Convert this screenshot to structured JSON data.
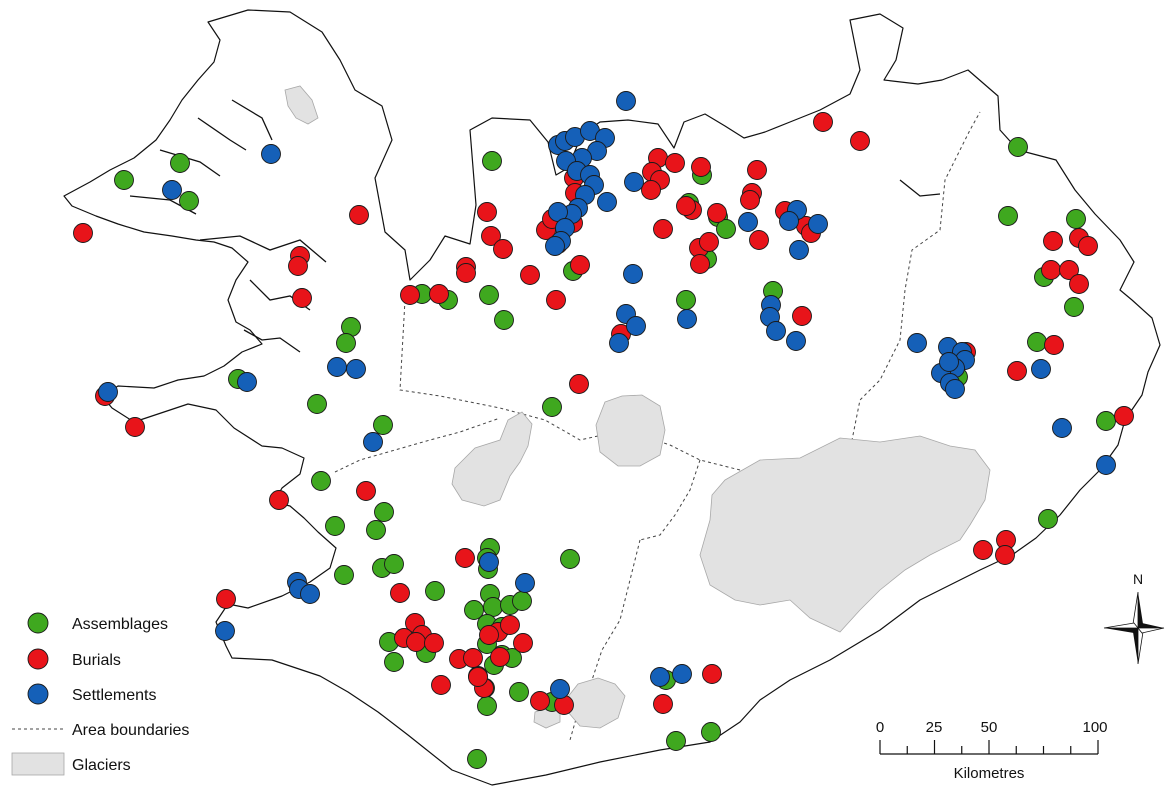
{
  "legend": {
    "items": [
      {
        "key": "assemblages",
        "label": "Assemblages",
        "color": "#3fa81f"
      },
      {
        "key": "burials",
        "label": "Burials",
        "color": "#e8141a"
      },
      {
        "key": "settlements",
        "label": "Settlements",
        "color": "#1560b8"
      }
    ],
    "boundary_label": "Area boundaries",
    "glacier_label": "Glaciers",
    "glacier_color": "#e2e2e2"
  },
  "north_arrow": {
    "label": "N"
  },
  "scale_bar": {
    "unit_label": "Kilometres",
    "ticks": [
      "0",
      "25",
      "50",
      "100"
    ]
  },
  "sites": {
    "assemblages": [
      [
        180,
        163
      ],
      [
        124,
        180
      ],
      [
        189,
        201
      ],
      [
        492,
        161
      ],
      [
        1018,
        147
      ],
      [
        1008,
        216
      ],
      [
        1076,
        219
      ],
      [
        1044,
        277
      ],
      [
        1074,
        307
      ],
      [
        1037,
        342
      ],
      [
        702,
        175
      ],
      [
        689,
        203
      ],
      [
        718,
        217
      ],
      [
        726,
        229
      ],
      [
        707,
        259
      ],
      [
        773,
        291
      ],
      [
        686,
        300
      ],
      [
        573,
        271
      ],
      [
        422,
        294
      ],
      [
        448,
        300
      ],
      [
        489,
        295
      ],
      [
        504,
        320
      ],
      [
        351,
        327
      ],
      [
        346,
        343
      ],
      [
        238,
        379
      ],
      [
        317,
        404
      ],
      [
        552,
        407
      ],
      [
        383,
        425
      ],
      [
        1106,
        421
      ],
      [
        958,
        377
      ],
      [
        1048,
        519
      ],
      [
        321,
        481
      ],
      [
        384,
        512
      ],
      [
        335,
        526
      ],
      [
        376,
        530
      ],
      [
        490,
        548
      ],
      [
        487,
        558
      ],
      [
        570,
        559
      ],
      [
        488,
        569
      ],
      [
        382,
        568
      ],
      [
        394,
        564
      ],
      [
        344,
        575
      ],
      [
        435,
        591
      ],
      [
        490,
        594
      ],
      [
        474,
        610
      ],
      [
        493,
        607
      ],
      [
        510,
        605
      ],
      [
        522,
        601
      ],
      [
        487,
        624
      ],
      [
        502,
        627
      ],
      [
        389,
        642
      ],
      [
        426,
        653
      ],
      [
        394,
        662
      ],
      [
        487,
        644
      ],
      [
        502,
        655
      ],
      [
        512,
        658
      ],
      [
        478,
        676
      ],
      [
        494,
        665
      ],
      [
        485,
        688
      ],
      [
        519,
        692
      ],
      [
        487,
        706
      ],
      [
        552,
        702
      ],
      [
        666,
        680
      ],
      [
        676,
        741
      ],
      [
        711,
        732
      ],
      [
        477,
        759
      ]
    ],
    "burials": [
      [
        83,
        233
      ],
      [
        359,
        215
      ],
      [
        300,
        256
      ],
      [
        298,
        266
      ],
      [
        302,
        298
      ],
      [
        410,
        295
      ],
      [
        439,
        294
      ],
      [
        466,
        267
      ],
      [
        466,
        273
      ],
      [
        487,
        212
      ],
      [
        491,
        236
      ],
      [
        503,
        249
      ],
      [
        530,
        275
      ],
      [
        556,
        300
      ],
      [
        580,
        265
      ],
      [
        574,
        178
      ],
      [
        575,
        193
      ],
      [
        546,
        230
      ],
      [
        558,
        244
      ],
      [
        573,
        223
      ],
      [
        552,
        219
      ],
      [
        621,
        334
      ],
      [
        658,
        158
      ],
      [
        652,
        172
      ],
      [
        660,
        180
      ],
      [
        651,
        190
      ],
      [
        701,
        167
      ],
      [
        675,
        163
      ],
      [
        692,
        210
      ],
      [
        699,
        248
      ],
      [
        700,
        264
      ],
      [
        709,
        242
      ],
      [
        663,
        229
      ],
      [
        686,
        206
      ],
      [
        757,
        170
      ],
      [
        752,
        193
      ],
      [
        750,
        200
      ],
      [
        717,
        213
      ],
      [
        759,
        240
      ],
      [
        785,
        211
      ],
      [
        806,
        226
      ],
      [
        811,
        233
      ],
      [
        802,
        316
      ],
      [
        823,
        122
      ],
      [
        860,
        141
      ],
      [
        1053,
        241
      ],
      [
        1079,
        238
      ],
      [
        1088,
        246
      ],
      [
        1051,
        270
      ],
      [
        1069,
        270
      ],
      [
        1079,
        284
      ],
      [
        1054,
        345
      ],
      [
        1017,
        371
      ],
      [
        966,
        352
      ],
      [
        955,
        357
      ],
      [
        1124,
        416
      ],
      [
        1006,
        540
      ],
      [
        1005,
        555
      ],
      [
        983,
        550
      ],
      [
        135,
        427
      ],
      [
        105,
        396
      ],
      [
        579,
        384
      ],
      [
        366,
        491
      ],
      [
        279,
        500
      ],
      [
        465,
        558
      ],
      [
        400,
        593
      ],
      [
        226,
        599
      ],
      [
        415,
        623
      ],
      [
        422,
        635
      ],
      [
        404,
        638
      ],
      [
        416,
        642
      ],
      [
        434,
        643
      ],
      [
        459,
        659
      ],
      [
        473,
        658
      ],
      [
        498,
        632
      ],
      [
        510,
        625
      ],
      [
        489,
        635
      ],
      [
        523,
        643
      ],
      [
        500,
        657
      ],
      [
        441,
        685
      ],
      [
        484,
        688
      ],
      [
        478,
        677
      ],
      [
        540,
        701
      ],
      [
        712,
        674
      ],
      [
        663,
        704
      ],
      [
        564,
        705
      ]
    ],
    "settlements": [
      [
        271,
        154
      ],
      [
        172,
        190
      ],
      [
        626,
        101
      ],
      [
        558,
        145
      ],
      [
        565,
        141
      ],
      [
        575,
        137
      ],
      [
        590,
        131
      ],
      [
        605,
        138
      ],
      [
        597,
        151
      ],
      [
        582,
        158
      ],
      [
        566,
        161
      ],
      [
        577,
        171
      ],
      [
        590,
        175
      ],
      [
        594,
        185
      ],
      [
        585,
        195
      ],
      [
        578,
        208
      ],
      [
        572,
        214
      ],
      [
        558,
        212
      ],
      [
        565,
        228
      ],
      [
        561,
        241
      ],
      [
        555,
        246
      ],
      [
        607,
        202
      ],
      [
        634,
        182
      ],
      [
        797,
        210
      ],
      [
        789,
        221
      ],
      [
        818,
        224
      ],
      [
        799,
        250
      ],
      [
        748,
        222
      ],
      [
        633,
        274
      ],
      [
        771,
        305
      ],
      [
        770,
        317
      ],
      [
        776,
        331
      ],
      [
        796,
        341
      ],
      [
        626,
        314
      ],
      [
        636,
        326
      ],
      [
        619,
        343
      ],
      [
        687,
        319
      ],
      [
        917,
        343
      ],
      [
        948,
        347
      ],
      [
        962,
        352
      ],
      [
        965,
        360
      ],
      [
        955,
        368
      ],
      [
        941,
        373
      ],
      [
        950,
        383
      ],
      [
        955,
        389
      ],
      [
        949,
        362
      ],
      [
        1041,
        369
      ],
      [
        1062,
        428
      ],
      [
        1106,
        465
      ],
      [
        337,
        367
      ],
      [
        356,
        369
      ],
      [
        247,
        382
      ],
      [
        108,
        392
      ],
      [
        373,
        442
      ],
      [
        297,
        582
      ],
      [
        299,
        589
      ],
      [
        310,
        594
      ],
      [
        225,
        631
      ],
      [
        489,
        562
      ],
      [
        525,
        583
      ],
      [
        560,
        689
      ],
      [
        660,
        677
      ],
      [
        682,
        674
      ]
    ]
  }
}
